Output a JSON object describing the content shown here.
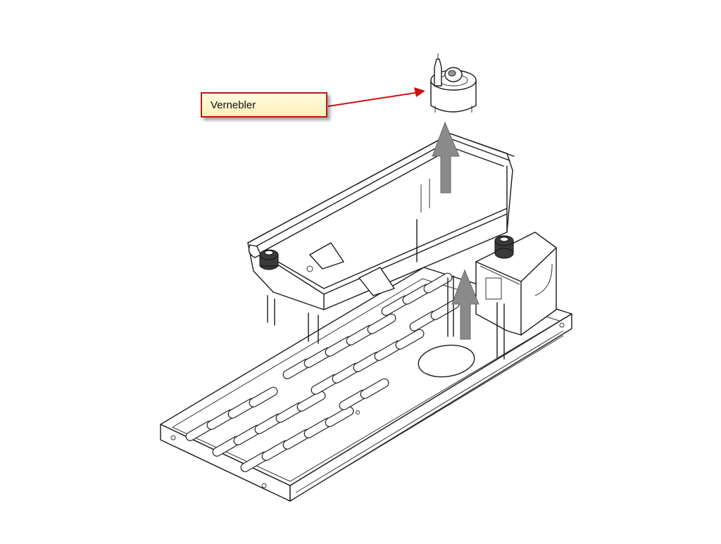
{
  "callout": {
    "label": "Vernebler",
    "border_color": "#b81818",
    "fill_color": "#fdf3c4"
  },
  "pointer": {
    "color": "#d01010",
    "target": "nebulizer-part"
  },
  "direction_arrows": {
    "count": 2,
    "color": "#8a8a8a",
    "direction": "up"
  }
}
